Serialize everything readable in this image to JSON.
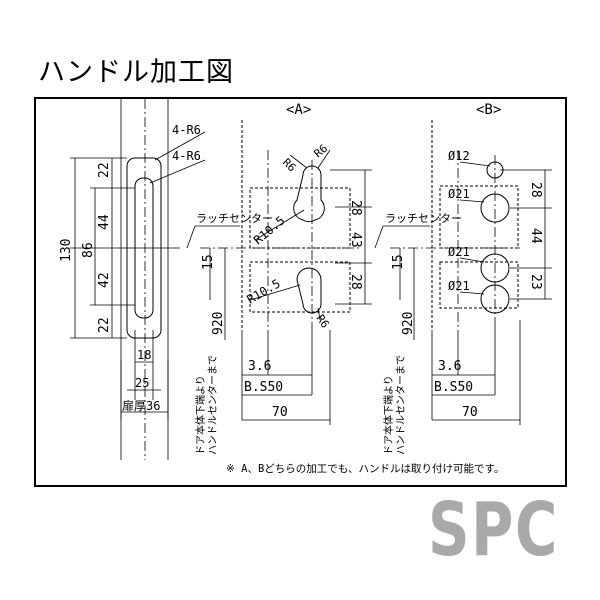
{
  "title": "ハンドル加工図",
  "left_view": {
    "corner_top": "4-R6",
    "corner_bottom": "4-R6",
    "dim_22_top": "22",
    "dim_44": "44",
    "dim_42": "42",
    "dim_22_bottom": "22",
    "dim_86": "86",
    "dim_130": "130",
    "dim_18": "18",
    "dim_25": "25",
    "door_thickness": "扉厚36"
  },
  "view_a": {
    "label": "<A>",
    "latch_center": "ラッチセンター",
    "r6_a": "R6",
    "r6_b": "R6",
    "r10_5_top": "R10.5",
    "r10_5_bottom": "R10.5",
    "r6_c": "R6",
    "dim_28_top": "28",
    "dim_43": "43",
    "dim_28_bottom": "28",
    "dim_15": "15",
    "dim_920": "920",
    "dim_3_6": "3.6",
    "backset": "B.S50",
    "dim_70": "70"
  },
  "view_b": {
    "label": "<B>",
    "latch_center": "ラッチセンター",
    "phi12": "Ø12",
    "phi21_a": "Ø21",
    "phi21_b": "Ø21",
    "phi21_c": "Ø21",
    "dim_28": "28",
    "dim_44": "44",
    "dim_23": "23",
    "dim_15": "15",
    "dim_920": "920",
    "dim_3_6": "3.6",
    "backset": "B.S50",
    "dim_70": "70"
  },
  "door_note_line1": "ドア本体下端より",
  "door_note_line2": "ハンドルセンターまで",
  "footnote": "※ A、Bどちらの加工でも、ハンドルは取り付け可能です。",
  "logo": "SPC",
  "colors": {
    "logo": "#a9a9a9",
    "line": "#000000"
  }
}
